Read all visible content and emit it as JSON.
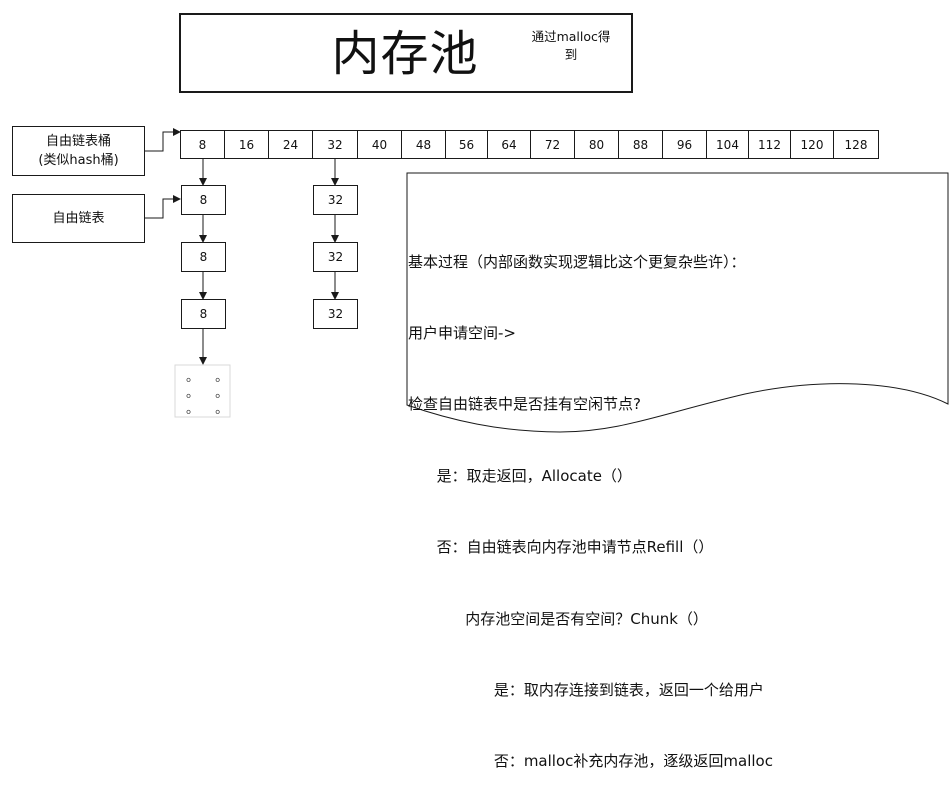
{
  "title": "内存池",
  "doc_note": [
    "通过malloc得",
    "到"
  ],
  "freelist_bucket_label": [
    "自由链表桶",
    "(类似hash桶)"
  ],
  "freelist_label": "自由链表",
  "bucket_cells": [
    "8",
    "16",
    "24",
    "32",
    "40",
    "48",
    "56",
    "64",
    "72",
    "80",
    "88",
    "96",
    "104",
    "112",
    "120",
    "128"
  ],
  "chain_8": [
    "8",
    "8",
    "8"
  ],
  "chain_32": [
    "32",
    "32",
    "32"
  ],
  "ellipsis_dots": [
    "。 。",
    "。 。",
    "。 。"
  ],
  "process_lines": [
    "基本过程（内部函数实现逻辑比这个更复杂些许）：",
    "用户申请空间->",
    "检查自由链表中是否挂有空闲节点?",
    "      是：取走返回，Allocate（）",
    "      否：自由链表向内存池申请节点Refill（）",
    "            内存池空间是否有空间？Chunk（）",
    "                  是：取内存连接到链表，返回一个给用户",
    "                  否：malloc补充内存池，逐级返回malloc"
  ],
  "colors": {
    "stroke": "#1a1a1a",
    "text": "#111111",
    "background": "#ffffff",
    "dots_border": "#d9d9d9"
  }
}
